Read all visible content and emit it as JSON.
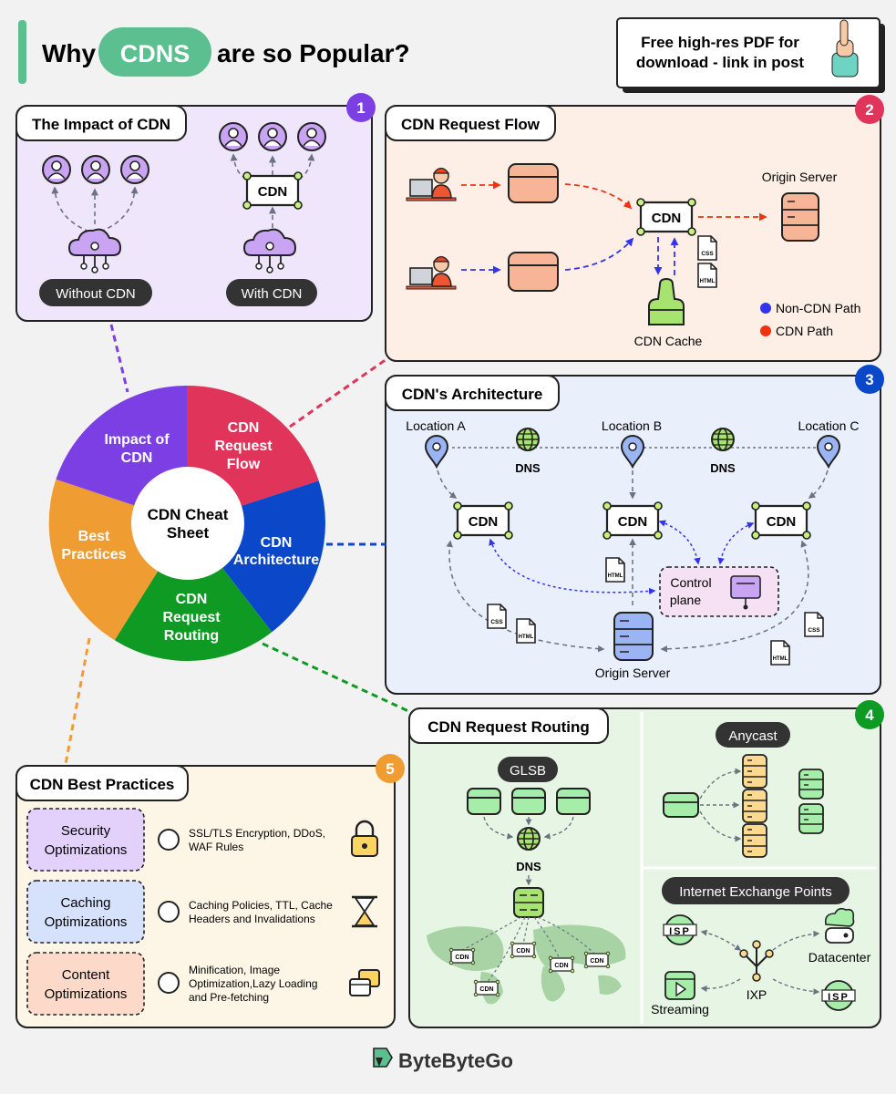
{
  "title": {
    "prefix": "Why",
    "highlight": "CDNS",
    "suffix": "are so Popular?"
  },
  "pdf_note": {
    "line1": "Free high-res PDF for",
    "line2": "download - link in post"
  },
  "panel_impact": {
    "num": "1",
    "title": "The Impact of CDN",
    "cdn_label": "CDN",
    "without": "Without CDN",
    "with": "With CDN"
  },
  "panel_flow": {
    "num": "2",
    "title": "CDN Request Flow",
    "cdn_label": "CDN",
    "origin": "Origin Server",
    "cache": "CDN Cache",
    "css": "CSS",
    "html": "HTML",
    "legend_non": "Non-CDN Path",
    "legend_cdn": "CDN Path",
    "color_non": "#3333ee",
    "color_cdn": "#ee3311"
  },
  "panel_arch": {
    "num": "3",
    "title": "CDN's Architecture",
    "loc_a": "Location A",
    "loc_b": "Location B",
    "loc_c": "Location C",
    "dns": "DNS",
    "cdn_label": "CDN",
    "control1": "Control",
    "control2": "plane",
    "origin": "Origin Server",
    "css": "CSS",
    "html": "HTML"
  },
  "panel_routing": {
    "num": "4",
    "title": "CDN Request Routing",
    "glsb": "GLSB",
    "dns": "DNS",
    "cdn_small": "CDN",
    "anycast": "Anycast",
    "ixp_title": "Internet Exchange Points",
    "isp": "ISP",
    "datacenter": "Datacenter",
    "ixp": "IXP",
    "streaming": "Streaming"
  },
  "panel_best": {
    "num": "5",
    "title": "CDN Best Practices",
    "rows": [
      {
        "l1": "Security",
        "l2": "Optimizations",
        "d1": "SSL/TLS Encryption, DDoS,",
        "d2": "WAF Rules",
        "d3": ""
      },
      {
        "l1": "Caching",
        "l2": "Optimizations",
        "d1": "Caching Policies, TTL, Cache",
        "d2": "Headers and Invalidations",
        "d3": ""
      },
      {
        "l1": "Content",
        "l2": "Optimizations",
        "d1": "Minification, Image",
        "d2": "Optimization,Lazy Loading",
        "d3": "and Pre-fetching"
      }
    ]
  },
  "wheel": {
    "center1": "CDN Cheat",
    "center2": "Sheet",
    "impact1": "Impact of",
    "impact2": "CDN",
    "flow1": "CDN",
    "flow2": "Request",
    "flow3": "Flow",
    "arch1": "CDN",
    "arch2": "Architecture",
    "routing1": "CDN",
    "routing2": "Request",
    "routing3": "Routing",
    "best1": "Best",
    "best2": "Practices"
  },
  "brand": "ByteByteGo",
  "colors": {
    "purple": "#7b3fe4",
    "red": "#e0345a",
    "blue": "#0b47c9",
    "green": "#0f9b23",
    "orange": "#ef9c33",
    "mint": "#5cbf8f",
    "panel_purple": "#efe6fb",
    "panel_peach": "#fdeee6",
    "panel_blue": "#e9effb",
    "panel_green": "#e6f5e4",
    "panel_cream": "#fdf6e7"
  }
}
